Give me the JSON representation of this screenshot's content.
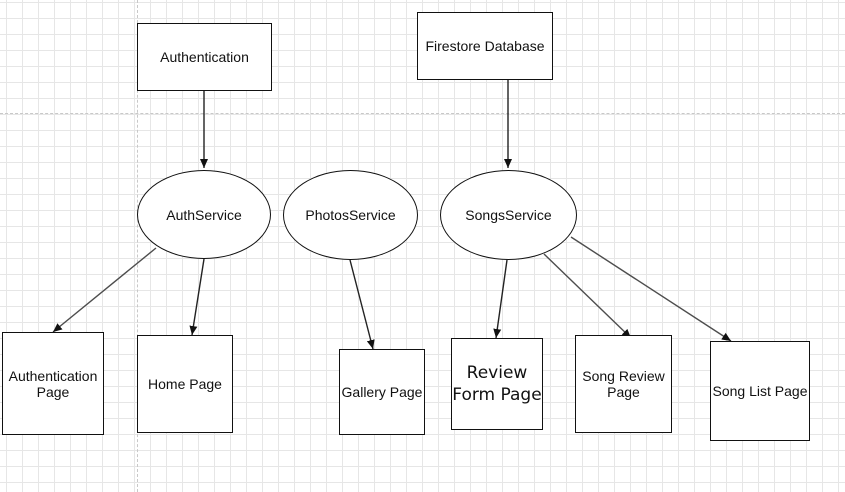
{
  "nodes": {
    "authentication": "Authentication",
    "firestore": "Firestore Database",
    "auth_service": "AuthService",
    "photos_service": "PhotosService",
    "songs_service": "SongsService",
    "auth_page": "Authentication\nPage",
    "home_page": "Home Page",
    "gallery_page": "Gallery Page",
    "review_form_page": "Review\nForm Page",
    "song_review_page": "Song Review\nPage",
    "song_list_page": "Song List Page"
  },
  "colors": {
    "edge": "#4d4d4d",
    "node_border": "#111111",
    "grid": "#e6e6e6"
  }
}
